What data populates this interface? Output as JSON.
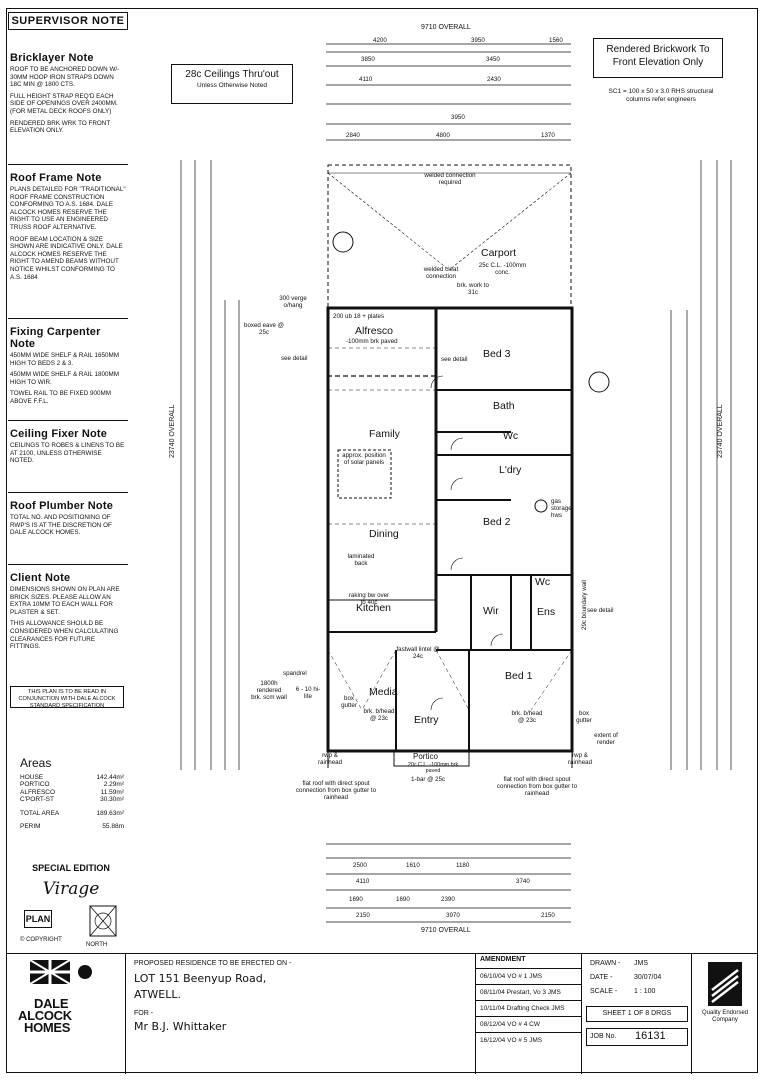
{
  "sidebar": {
    "title": "SUPERVISOR NOTE",
    "notes": [
      {
        "heading": "Bricklayer Note",
        "paras": [
          "ROOF TO BE ANCHORED DOWN W/- 30mm HOOP IRON STRAPS DOWN 18c MIN @ 1800 CTS.",
          "FULL HEIGHT STRAP REQ'D EACH SIDE OF OPENINGS OVER 2400mm. (FOR METAL DECK ROOFS ONLY)",
          "RENDERED BRK WRK TO FRONT ELEVATION ONLY."
        ]
      },
      {
        "heading": "Roof Frame Note",
        "paras": [
          "PLANS DETAILED FOR \"TRADITIONAL\" ROOF FRAME CONSTRUCTION CONFORMING TO A.S. 1684. DALE ALCOCK HOMES RESERVE THE RIGHT TO USE AN ENGINEERED TRUSS ROOF ALTERNATIVE.",
          "ROOF BEAM LOCATION & SIZE SHOWN ARE INDICATIVE ONLY. DALE ALCOCK HOMES RESERVE THE RIGHT TO AMEND BEAMS WITHOUT NOTICE WHILST CONFORMING TO A.S. 1684"
        ]
      },
      {
        "heading": "Fixing Carpenter Note",
        "paras": [
          "450mm WIDE SHELF & RAIL 1650mm HIGH TO BEDS 2 & 3.",
          "450mm WIDE SHELF & RAIL 1800mm HIGH TO WIR.",
          "TOWEL RAIL TO BE FIXED 900mm ABOVE F.F.L."
        ]
      },
      {
        "heading": "Ceiling Fixer Note",
        "paras": [
          "CEILINGS TO ROBES & LINENS TO BE AT 2100, UNLESS OTHERWISE NOTED."
        ]
      },
      {
        "heading": "Roof Plumber Note",
        "paras": [
          "TOTAL No. AND POSITIONING OF RWP'S IS AT THE DISCRETION OF DALE ALCOCK HOMES."
        ]
      },
      {
        "heading": "Client Note",
        "paras": [
          "DIMENSIONS SHOWN ON PLAN ARE BRICK SIZES. PLEASE ALLOW AN EXTRA 10mm TO EACH WALL FOR PLASTER & SET.",
          "THIS ALLOWANCE SHOULD BE CONSIDERED WHEN CALCULATING CLEARANCES FOR FUTURE FITTINGS."
        ]
      }
    ],
    "standard_box": "THIS PLAN IS TO BE READ IN CONJUNCTION WITH DALE ALCOCK STANDARD SPECIFICATION",
    "areas_title": "Areas",
    "areas": [
      {
        "name": "HOUSE",
        "value": "142.44m²"
      },
      {
        "name": "PORTICO",
        "value": "2.29m²"
      },
      {
        "name": "ALFRESCO",
        "value": "11.59m²"
      },
      {
        "name": "C'PORT-ST",
        "value": "30.30m²"
      },
      {
        "name": "TOTAL AREA",
        "value": "189.63m²"
      },
      {
        "name": "PERIM",
        "value": "55.88m"
      }
    ],
    "special": "SPECIAL EDITION",
    "design": "Virage",
    "plan": "PLAN",
    "copyright": "COPYRIGHT",
    "north": "NORTH"
  },
  "plan": {
    "overall_top": "9710 OVERALL",
    "overall_bottom": "9710 OVERALL",
    "overall_left": "23740 OVERALL",
    "overall_right": "23740 OVERALL",
    "ceilings": "28c Ceilings Thru'out",
    "ceilings_sub": "Unless Otherwise Noted",
    "rendered": "Rendered Brickwork To Front Elevation Only",
    "sc1": "SC1 = 100 x 50 x 3.0 RHS structural columns refer engineers",
    "rooms": {
      "carport": "Carport",
      "alfresco": "Alfresco",
      "bed3": "Bed 3",
      "bath": "Bath",
      "wc": "Wc",
      "ldry": "L'dry",
      "family": "Family",
      "dining": "Dining",
      "bed2": "Bed 2",
      "kitchen": "Kitchen",
      "wir": "Wir",
      "ens": "Ens",
      "wc2": "Wc",
      "bed1": "Bed 1",
      "media": "Media",
      "entry": "Entry",
      "portico": "Portico"
    },
    "notes": {
      "carport_sub": "25c C.L. -100mm conc.",
      "alfresco_sub": "-100mm brk paved",
      "welded": "welded connection required",
      "welded_cleat": "welded cleat connection",
      "brk_work": "brk. work to 31c",
      "verge": "300 verge o/hang",
      "boxed": "boxed eave @ 25c",
      "solar": "approx. position of solar panels",
      "laminated": "laminated back",
      "raking_bw": "raking bw over to 40c",
      "fastwall": "fastwall lintel @ 24c",
      "spandrel": "spandrel",
      "scm": "1800h rendered brk. scm wall",
      "hilite": "6 - 10 hi-lite",
      "gas_storage": "gas storage hws",
      "boundary": "29c boundary wall",
      "extent": "extent of render",
      "flat_roof": "flat roof with direct spout connection from box gutter to rainhead",
      "rwp": "rwp & rainhead",
      "box_gutter": "box gutter",
      "bhead": "brk. b/head @ 23c",
      "bhead2": "brk. b/head @ 23c",
      "portico_sub": "20c C.L. -100mm brk paved",
      "bar": "1-bar @ 25c",
      "see_detail": "see detail",
      "plates": "200 ub 18 + plates"
    },
    "top_dims": [
      "4200",
      "3950",
      "1560",
      "3850",
      "3450",
      "4110",
      "2430",
      "4800",
      "2840",
      "1370",
      "3950"
    ],
    "bottom_dims": [
      "2500",
      "1610",
      "1180",
      "3740",
      "4110",
      "1690",
      "1690",
      "2390",
      "2150",
      "3970",
      "2150"
    ]
  },
  "titleblock": {
    "company": [
      "DALE",
      "ALCOCK",
      "HOMES"
    ],
    "proposed": "PROPOSED RESIDENCE TO BE ERECTED ON -",
    "lot": "LOT 151 Beenyup Road,",
    "suburb": "ATWELL.",
    "for": "FOR -",
    "client": "Mr B.J. Whittaker",
    "amendment_title": "AMENDMENT",
    "amendments": [
      "06/10/04  VO # 1  JMS",
      "08/11/04  Prestart, Vo 3  JMS",
      "10/11/04  Drafting Check  JMS",
      "08/12/04  VO # 4  CW",
      "16/12/04  VO # 5  JMS"
    ],
    "drawn_label": "DRAWN -",
    "drawn": "JMS",
    "date_label": "DATE -",
    "date": "30/07/04",
    "scale_label": "SCALE -",
    "scale": "1 : 100",
    "sheet": "SHEET 1 OF 8 DRGS",
    "job_label": "JOB No.",
    "job": "16131",
    "quality": "Quality Endorsed Company"
  }
}
